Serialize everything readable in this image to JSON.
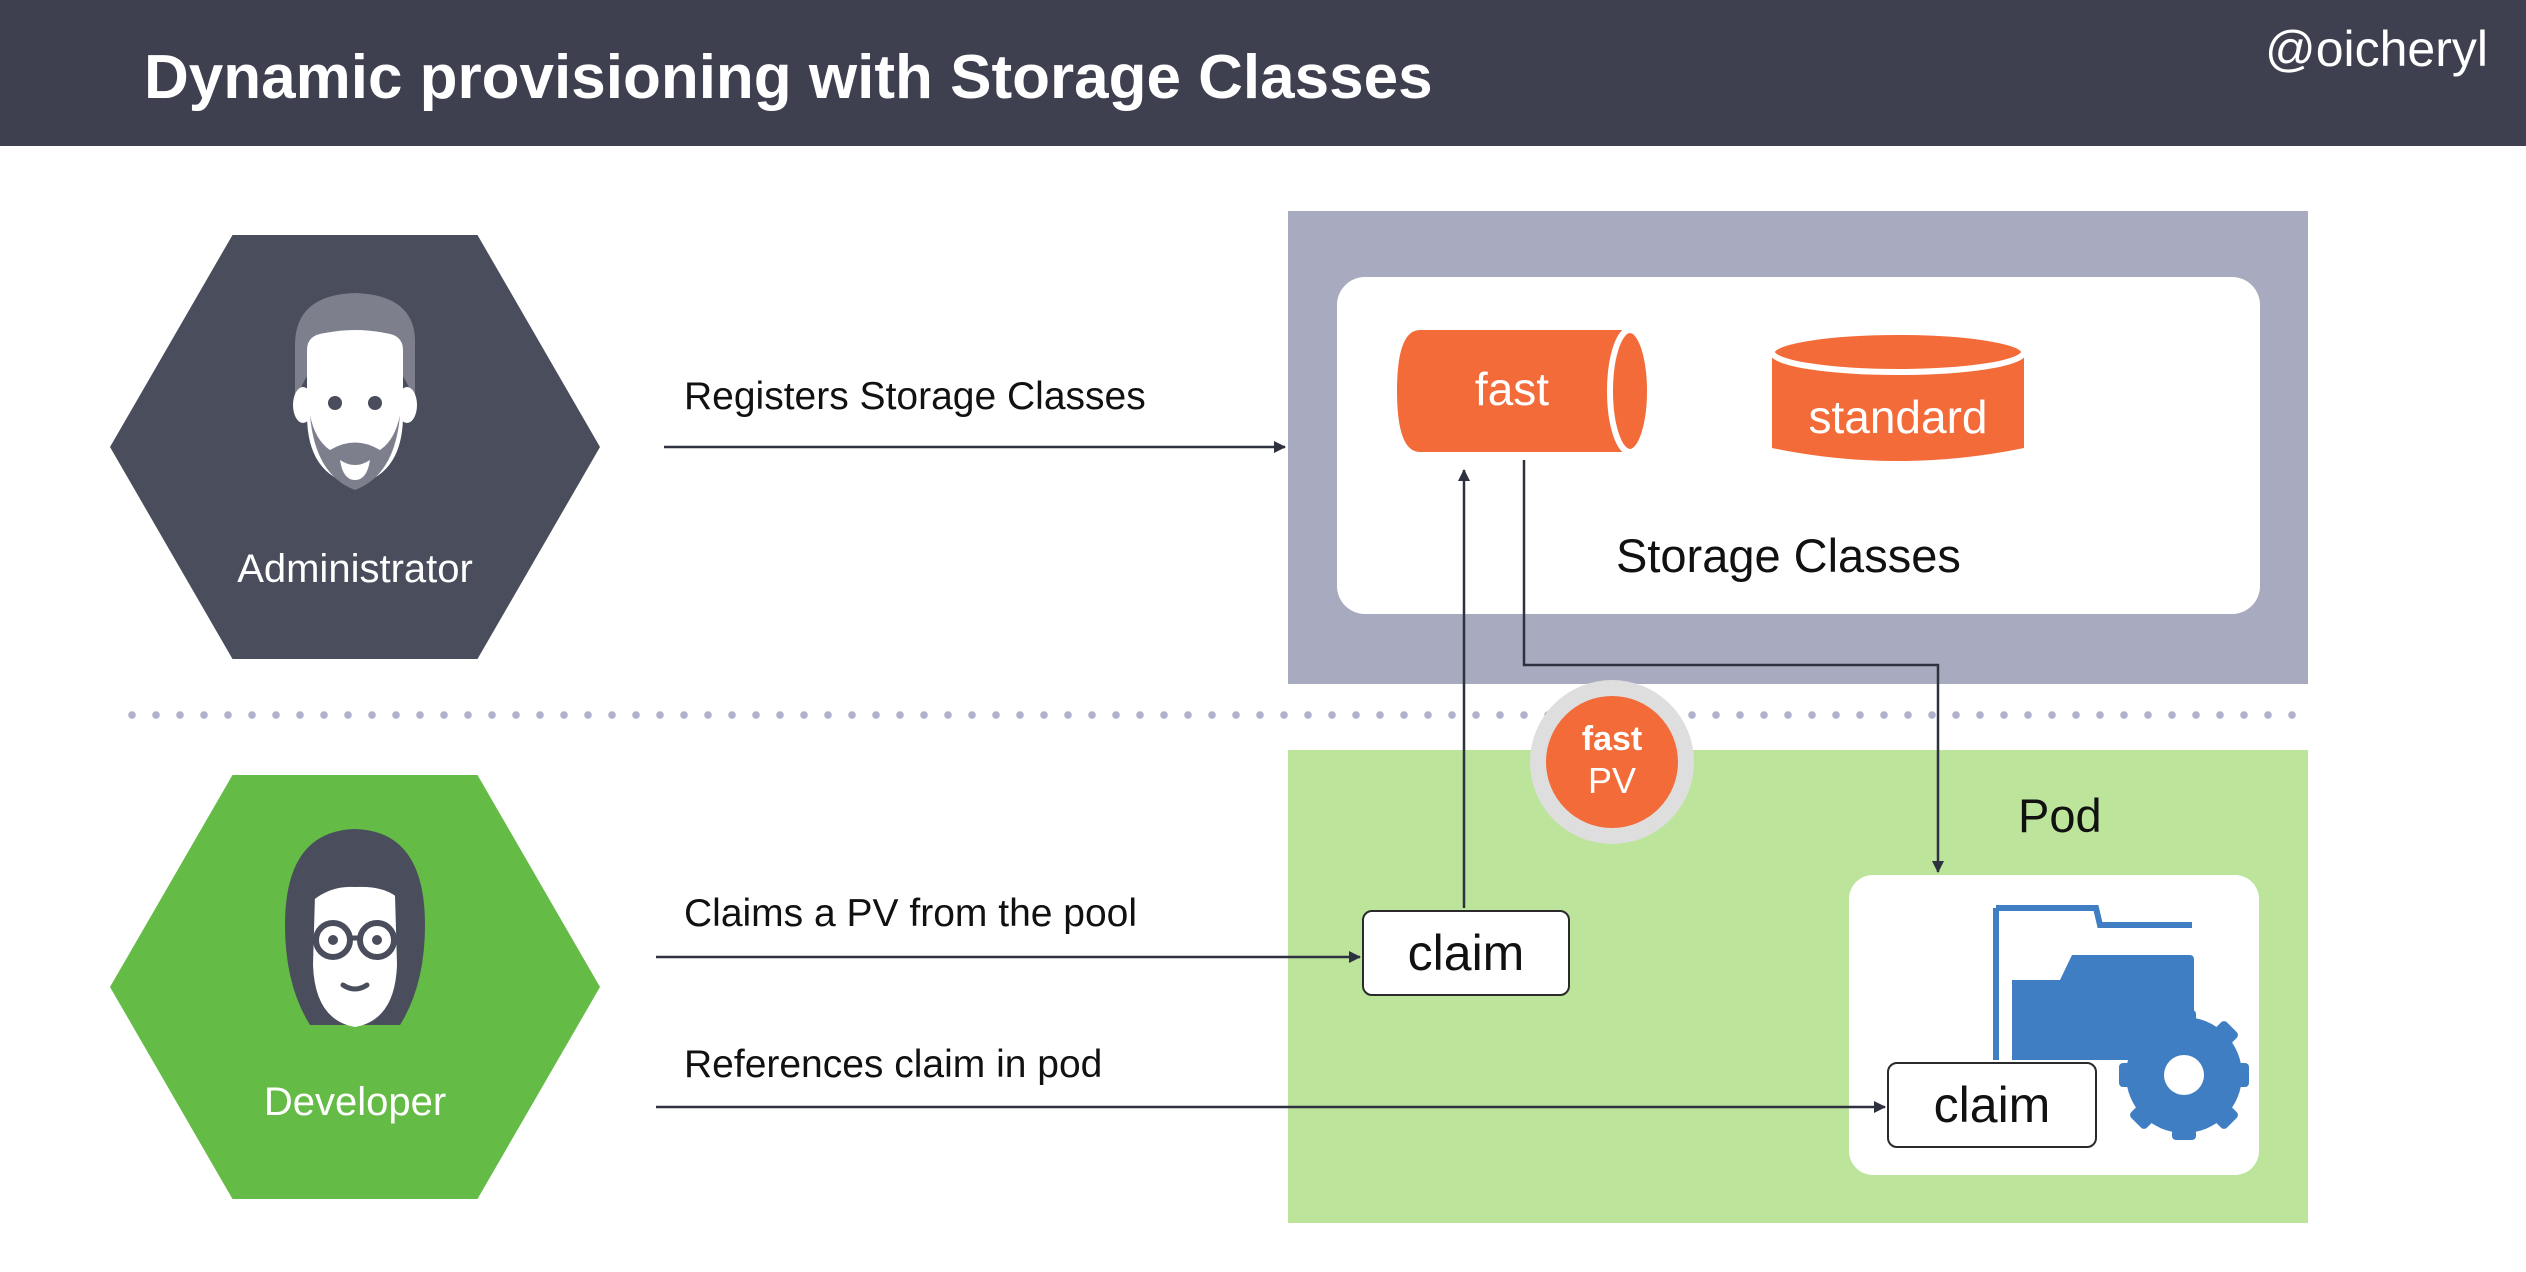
{
  "header": {
    "title": "Dynamic provisioning with Storage Classes",
    "handle": "@oicheryl"
  },
  "actors": {
    "administrator": {
      "label": "Administrator",
      "icon": "administrator-avatar-icon"
    },
    "developer": {
      "label": "Developer",
      "icon": "developer-avatar-icon"
    }
  },
  "arrows": {
    "registers": "Registers Storage Classes",
    "claims": "Claims a PV from the pool",
    "references": "References claim in pod"
  },
  "storage_classes": {
    "caption": "Storage Classes",
    "fast_label": "fast",
    "standard_label": "standard"
  },
  "pv_badge": {
    "line1": "fast",
    "line2": "PV"
  },
  "pod": {
    "caption": "Pod",
    "claim_in_pod": "claim",
    "icon": "folder-gear-icon"
  },
  "claim": {
    "label": "claim"
  },
  "colors": {
    "header_bg": "#3e4050",
    "admin_hex": "#4a4e5c",
    "developer_hex": "#64bb46",
    "storage_panel": "#a8abc0",
    "pod_panel": "#bce49a",
    "orange": "#f26b38",
    "pod_icon_blue": "#3f7ec3"
  }
}
